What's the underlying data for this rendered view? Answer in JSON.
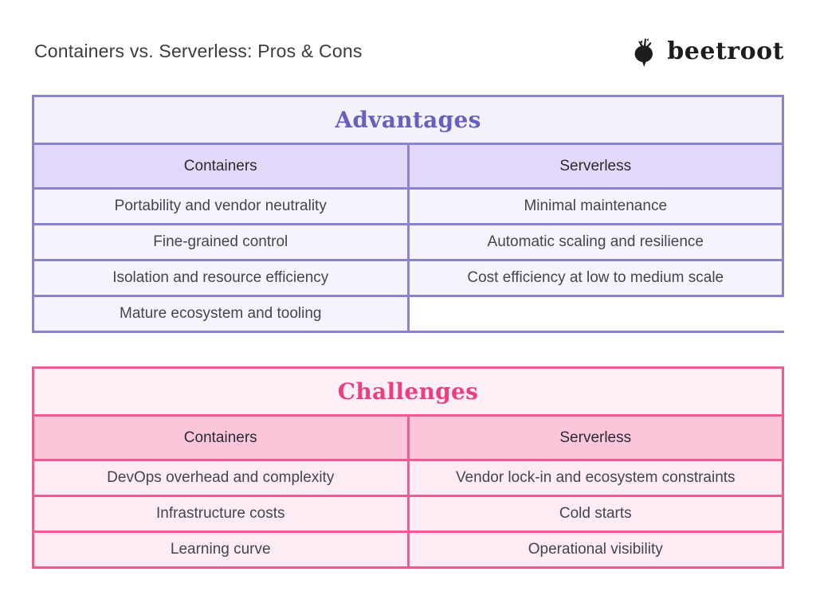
{
  "header": {
    "title": "Containers vs. Serverless: Pros & Cons",
    "brand": "beetroot",
    "brand_icon": "beetroot-icon"
  },
  "colors": {
    "advantages_border": "#8a84cd",
    "advantages_title_text": "#6660c0",
    "advantages_title_bg": "#f5f1fb",
    "advantages_header_bg": "#e2d8f9",
    "advantages_body_bg": "#f7f3fc",
    "challenges_border": "#ee5d92",
    "challenges_title_text": "#ee3e80",
    "challenges_title_bg": "#fdf0f6",
    "challenges_header_bg": "#fbc6da",
    "challenges_body_bg": "#fdecf3",
    "body_text": "#45454d",
    "page_title_text": "#3c3c3c",
    "brand_text": "#1d1d1d"
  },
  "chart_data": [
    {
      "type": "table",
      "title": "Advantages",
      "columns": [
        "Containers",
        "Serverless"
      ],
      "rows": [
        [
          "Portability and vendor neutrality",
          "Minimal maintenance"
        ],
        [
          "Fine-grained control",
          "Automatic scaling and resilience"
        ],
        [
          "Isolation and resource efficiency",
          "Cost efficiency at low to medium scale"
        ],
        [
          "Mature ecosystem and tooling",
          null
        ]
      ]
    },
    {
      "type": "table",
      "title": "Challenges",
      "columns": [
        "Containers",
        "Serverless"
      ],
      "rows": [
        [
          "DevOps overhead and complexity",
          "Vendor lock-in and ecosystem constraints"
        ],
        [
          "Infrastructure costs",
          "Cold starts"
        ],
        [
          "Learning curve",
          "Operational visibility"
        ]
      ]
    }
  ]
}
